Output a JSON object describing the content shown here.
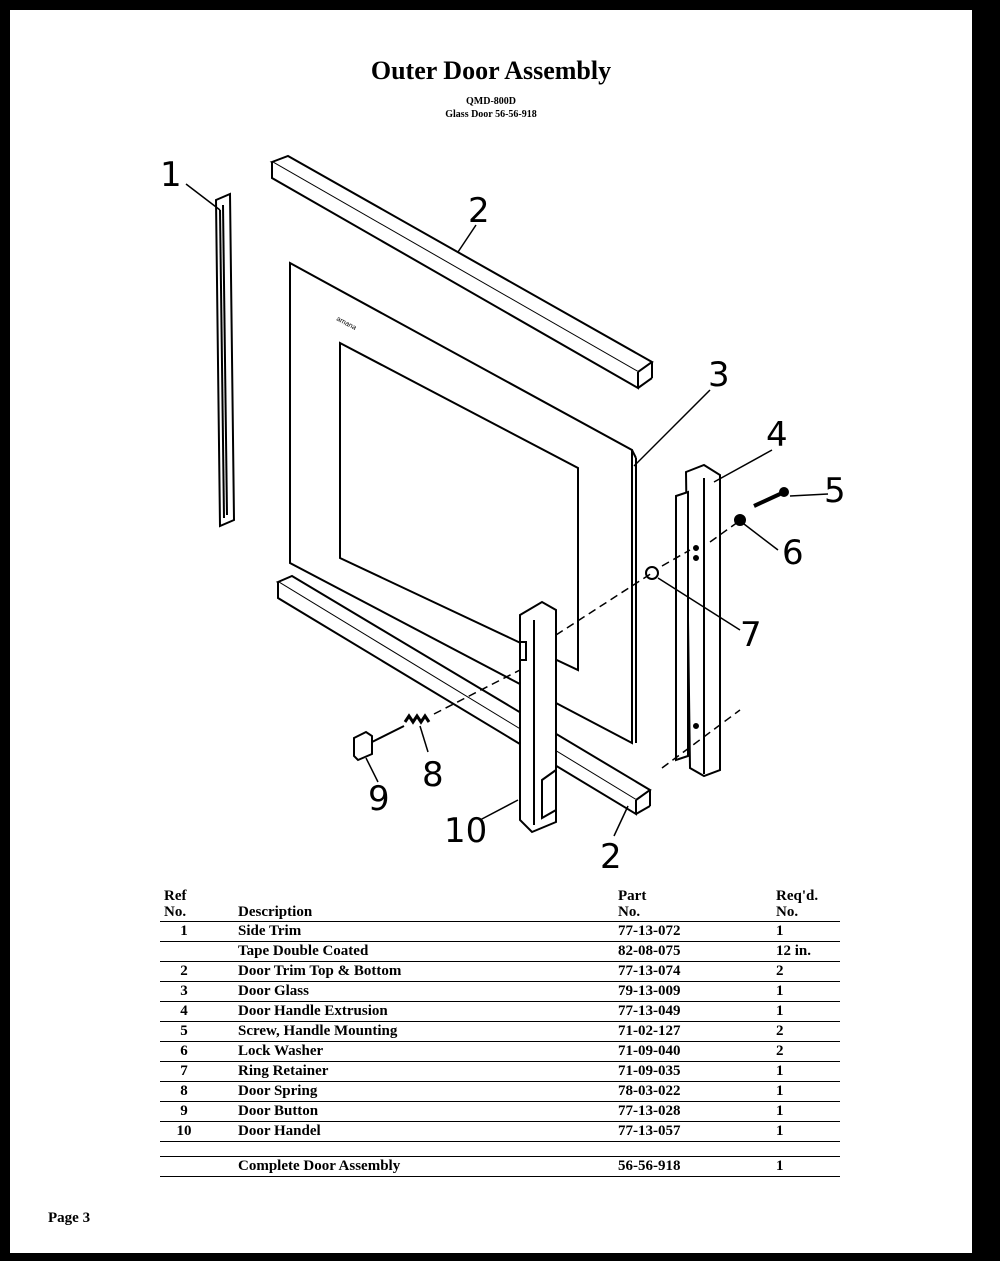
{
  "header": {
    "title": "Outer Door Assembly",
    "model": "QMD-800D",
    "glass_door": "Glass Door 56-56-918"
  },
  "callouts": {
    "c1": "1",
    "c2_top": "2",
    "c2_bottom": "2",
    "c3": "3",
    "c4": "4",
    "c5": "5",
    "c6": "6",
    "c7": "7",
    "c8": "8",
    "c9": "9",
    "c10": "10"
  },
  "table": {
    "headers": {
      "ref_line1": "Ref",
      "ref_line2": "No.",
      "description": "Description",
      "part_line1": "Part",
      "part_line2": "No.",
      "reqd_line1": "Req'd.",
      "reqd_line2": "No."
    },
    "rows": [
      {
        "ref": "1",
        "description": "Side Trim",
        "part": "77-13-072",
        "qty": "1"
      },
      {
        "ref": "",
        "description": "Tape Double Coated",
        "part": "82-08-075",
        "qty": "12 in."
      },
      {
        "ref": "2",
        "description": "Door Trim Top & Bottom",
        "part": "77-13-074",
        "qty": "2"
      },
      {
        "ref": "3",
        "description": "Door Glass",
        "part": "79-13-009",
        "qty": "1"
      },
      {
        "ref": "4",
        "description": "Door Handle Extrusion",
        "part": "77-13-049",
        "qty": "1"
      },
      {
        "ref": "5",
        "description": "Screw, Handle Mounting",
        "part": "71-02-127",
        "qty": "2"
      },
      {
        "ref": "6",
        "description": "Lock Washer",
        "part": "71-09-040",
        "qty": "2"
      },
      {
        "ref": "7",
        "description": "Ring Retainer",
        "part": "71-09-035",
        "qty": "1"
      },
      {
        "ref": "8",
        "description": "Door Spring",
        "part": "78-03-022",
        "qty": "1"
      },
      {
        "ref": "9",
        "description": "Door Button",
        "part": "77-13-028",
        "qty": "1"
      },
      {
        "ref": "10",
        "description": "Door Handel",
        "part": "77-13-057",
        "qty": "1"
      }
    ],
    "total": {
      "description": "Complete Door Assembly",
      "part": "56-56-918",
      "qty": "1"
    }
  },
  "footer": {
    "page": "Page 3"
  }
}
